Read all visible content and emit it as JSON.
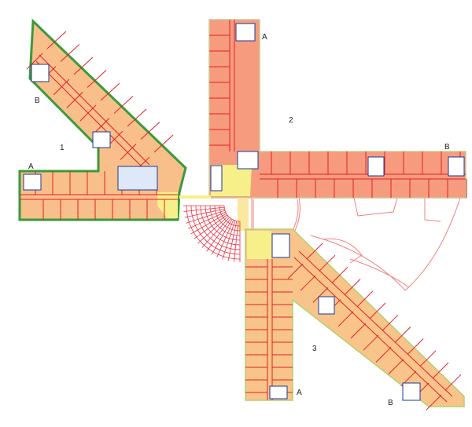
{
  "wings": [
    {
      "number": "1",
      "entrance_a": "A",
      "entrance_b": "B",
      "fill": "#f9bf8a",
      "outline": "#3a9a3a"
    },
    {
      "number": "2",
      "entrance_a": "A",
      "entrance_b": "B",
      "fill": "#f79b7e",
      "outline": "#d0d0a0"
    },
    {
      "number": "3",
      "entrance_a": "A",
      "entrance_b": "B",
      "fill": "#f9c48a",
      "outline": "#b0d070"
    }
  ],
  "colors": {
    "partition": "#e0202a",
    "core": "#1a3a9a",
    "circulation": "#f7f08a",
    "stairs": "#e83040"
  }
}
